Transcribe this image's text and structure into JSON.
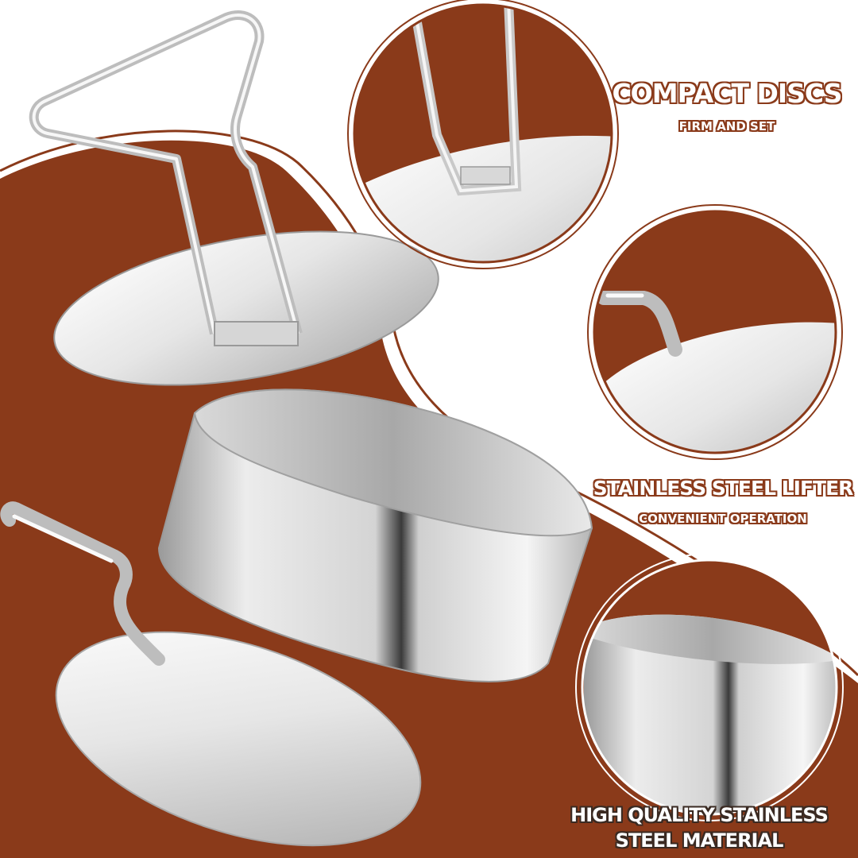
{
  "features": [
    {
      "title": "COMPACT DISCS",
      "subtitle": "FIRM AND SET"
    },
    {
      "title": "STAINLESS STEEL LIFTER",
      "subtitle": "CONVENIENT OPERATION"
    },
    {
      "title": "HIGH QUALITY STAINLESS",
      "subtitle": "STEEL MATERIAL"
    }
  ],
  "colors": {
    "background": "#ffffff",
    "brown": "#8a3a1a",
    "steel_light": "#f2f2f2",
    "steel_mid": "#c8c8c8",
    "steel_dark": "#7a7a7a"
  },
  "icons": [
    "press-tool-icon",
    "ring-mold-icon",
    "spatula-icon"
  ]
}
